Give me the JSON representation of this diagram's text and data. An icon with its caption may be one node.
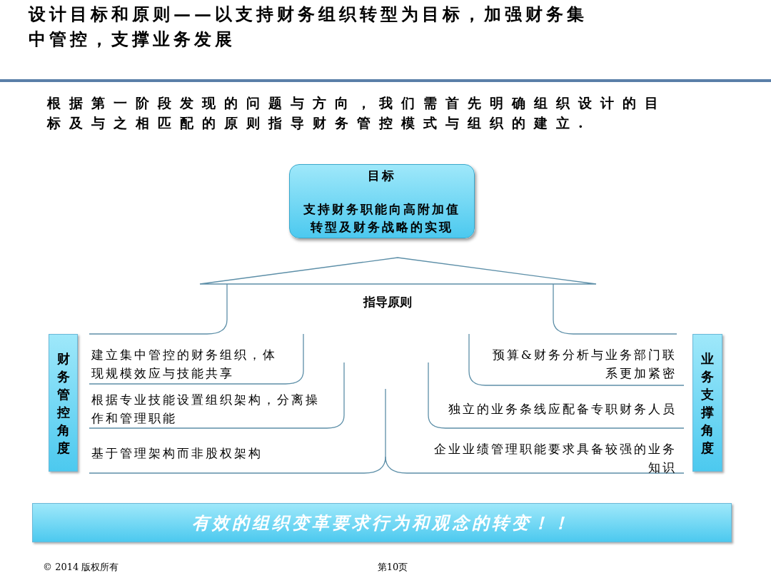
{
  "diagram": {
    "title": "设计目标和原则——以支持财务组织转型为目标，加强财务集中管控，支撑业务发展",
    "nodes": [
      {
        "text": [
          "目标",
          "支持财务职能向高附加值转型及财务战略的实现"
        ]
      },
      {
        "text": [
          "财务管控角度"
        ]
      },
      {
        "text": [
          "业务支撑角度"
        ]
      },
      {
        "text": [
          "有效的组织变革要求行为和观念的转变！！"
        ]
      }
    ],
    "labels": [
      "根据第一阶段发现的问题与方向，我们需首先明确组织设计的目标及与之相匹配的原则指导财务管控模式与组织的建立.",
      "指导原则",
      "建立集中管控的财务组织，体现规模效应与技能共享",
      "预算&财务分析与业务部门联系更加紧密",
      "根据专业技能设置组织架构，分离操作和管理职能",
      "独立的业务条线应配备专职财务人员",
      "基于管理架构而非股权架构",
      "企业业绩管理职能要求具备较强的业务知识",
      "© 2014 版权所有",
      "第10页"
    ]
  }
}
